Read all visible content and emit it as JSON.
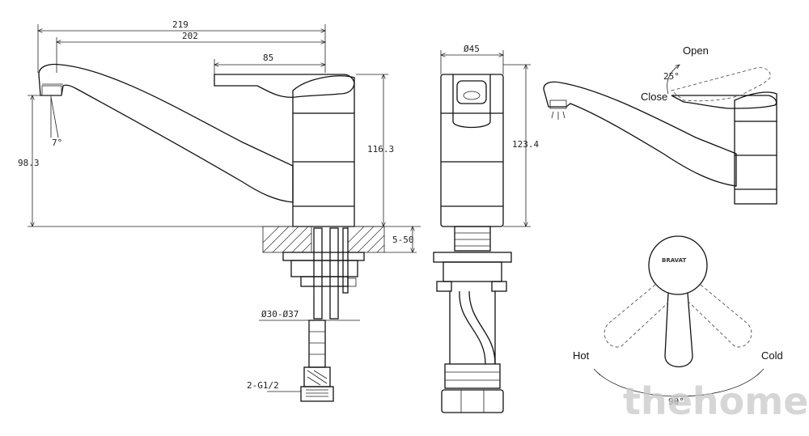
{
  "side_view": {
    "dim_total_length": "219",
    "dim_spout_length": "202",
    "dim_handle_length": "85",
    "dim_spout_height": "98.3",
    "dim_body_height": "116.3",
    "dim_spout_angle": "7°",
    "dim_deck_thickness": "5-50",
    "dim_hole_diameter": "Ø30-Ø37",
    "dim_thread": "2-G1/2"
  },
  "front_view": {
    "dim_diameter": "Ø45",
    "dim_height": "123.4"
  },
  "operation_view": {
    "label_open": "Open",
    "label_close": "Close",
    "dim_lever_angle": "25°"
  },
  "top_view": {
    "label_hot": "Hot",
    "label_cold": "Cold",
    "dim_rotation": "90°",
    "brand_text": "BRAVAT"
  },
  "watermark": "thehome"
}
